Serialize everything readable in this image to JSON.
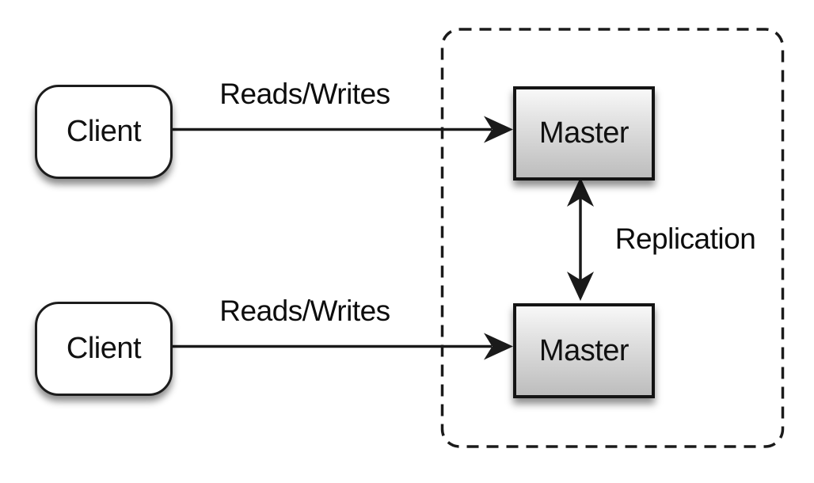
{
  "diagram": {
    "type": "architecture-diagram",
    "nodes": {
      "client_top": {
        "label": "Client"
      },
      "client_bottom": {
        "label": "Client"
      },
      "master_top": {
        "label": "Master"
      },
      "master_bottom": {
        "label": "Master"
      }
    },
    "edges": {
      "reads_writes_top": {
        "label": "Reads/Writes",
        "from": "client_top",
        "to": "master_top",
        "bidirectional": false
      },
      "reads_writes_bottom": {
        "label": "Reads/Writes",
        "from": "client_bottom",
        "to": "master_bottom",
        "bidirectional": false
      },
      "replication": {
        "label": "Replication",
        "from": "master_top",
        "to": "master_bottom",
        "bidirectional": true
      }
    },
    "groups": {
      "replication_boundary": {
        "style": "dashed",
        "contains": [
          "master_top",
          "master_bottom"
        ]
      }
    },
    "colors": {
      "background": "#ffffff",
      "stroke": "#1a1a1a",
      "client_fill": "#ffffff",
      "master_gradient_top": "#f8f8f8",
      "master_gradient_bottom": "#bdbdbd",
      "text": "#111111"
    }
  }
}
